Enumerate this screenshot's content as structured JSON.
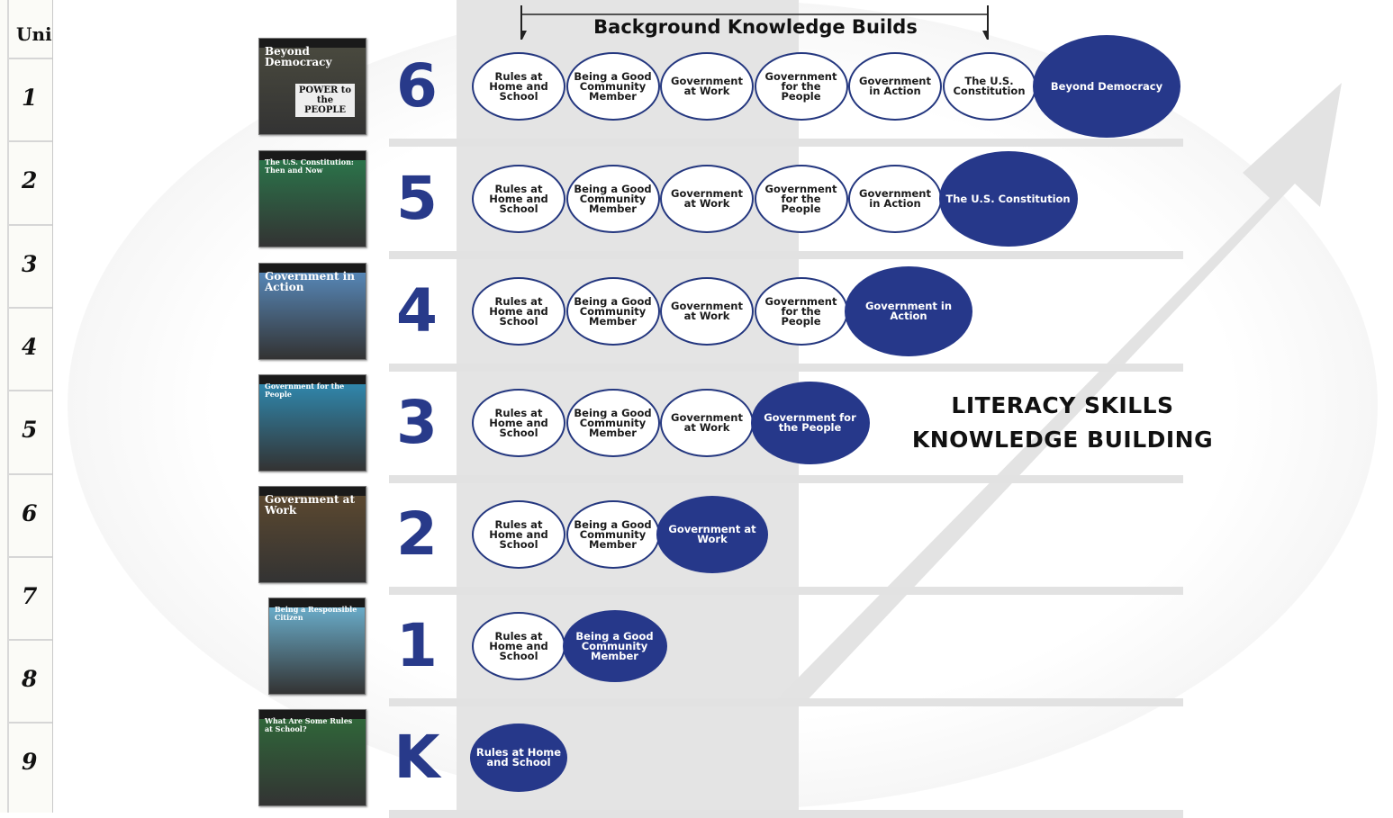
{
  "unit_column": {
    "header": "Uni",
    "numbers": [
      "1",
      "2",
      "3",
      "4",
      "5",
      "6",
      "7",
      "8",
      "9"
    ]
  },
  "header": {
    "title": "Background Knowledge Builds"
  },
  "side_label": {
    "line1": "LITERACY SKILLS",
    "line2": "KNOWLEDGE BUILDING"
  },
  "books": [
    {
      "title": "Beyond Democracy",
      "sub": "POWER to the PEOPLE",
      "color": "#4b4b3f"
    },
    {
      "title": "The U.S. Constitution: Then and Now",
      "color": "#2a7a4c"
    },
    {
      "title": "Government in Action",
      "color": "#5a8fc4"
    },
    {
      "title": "Government for the People",
      "color": "#2f8fb8"
    },
    {
      "title": "Government at Work",
      "color": "#5f4a2f"
    },
    {
      "title": "Being a Responsible Citizen",
      "color": "#6fb8d8"
    },
    {
      "title": "What Are Some Rules at School?",
      "color": "#2f6b3a"
    }
  ],
  "grades": [
    {
      "label": "6",
      "topics": [
        "Rules at Home and School",
        "Being a Good Community Member",
        "Government at Work",
        "Government for the People",
        "Government in Action",
        "The U.S. Constitution"
      ],
      "highlight": "Beyond Democracy"
    },
    {
      "label": "5",
      "topics": [
        "Rules at Home and School",
        "Being a Good Community Member",
        "Government at Work",
        "Government for the People",
        "Government in Action"
      ],
      "highlight": "The U.S. Constitution"
    },
    {
      "label": "4",
      "topics": [
        "Rules at Home and School",
        "Being a Good Community Member",
        "Government at Work",
        "Government for the People"
      ],
      "highlight": "Government in Action"
    },
    {
      "label": "3",
      "topics": [
        "Rules at Home and School",
        "Being a Good Community Member",
        "Government at Work"
      ],
      "highlight": "Government for the People"
    },
    {
      "label": "2",
      "topics": [
        "Rules at Home and School",
        "Being a Good Community Member"
      ],
      "highlight": "Government at Work"
    },
    {
      "label": "1",
      "topics": [
        "Rules at Home and School"
      ],
      "highlight": "Being a Good Community Member"
    },
    {
      "label": "K",
      "topics": [],
      "highlight": "Rules at Home and School"
    }
  ],
  "colors": {
    "navy": "#26388a",
    "band": "#e4e4e4"
  }
}
